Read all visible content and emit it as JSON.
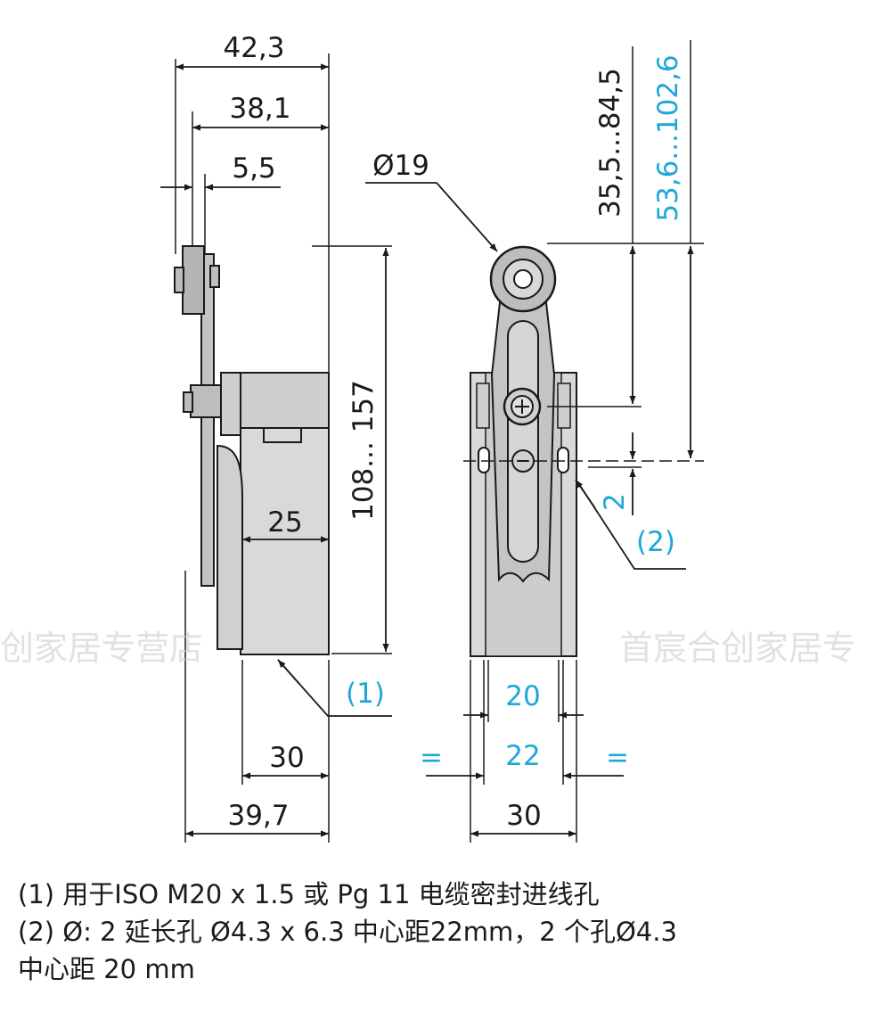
{
  "dimensions": {
    "top_width_1": "42,3",
    "top_width_2": "38,1",
    "top_offset": "5,5",
    "total_height": "108... 157",
    "body_inner": "25",
    "bottom_inner": "30",
    "bottom_outer": "39,7",
    "roller_diameter": "Ø19",
    "height_black": "35,5...84,5",
    "height_cyan": "53,6...102,6",
    "slot_gap": "2",
    "hole_spacing_20": "20",
    "hole_spacing_22": "22",
    "front_width": "30",
    "equal_left": "=",
    "equal_right": "="
  },
  "callouts": {
    "cable_entry": "(1)",
    "mounting_holes": "(2)"
  },
  "watermark": {
    "left": "创家居专营店",
    "right": "首宸合创家居专"
  },
  "notes": {
    "line1": "(1) 用于ISO M20 x 1.5 或 Pg 11 电缆密封进线孔",
    "line2": "(2) Ø: 2 延长孔 Ø4.3 x 6.3 中心距22mm，2 个孔Ø4.3",
    "line3": "中心距 20 mm"
  },
  "colors": {
    "line": "#1a1a1a",
    "accent": "#1ea7d7",
    "body_fill": "#d9d9d9",
    "body_dark": "#bdbdbd",
    "lever_fill": "#c4c4c4"
  }
}
